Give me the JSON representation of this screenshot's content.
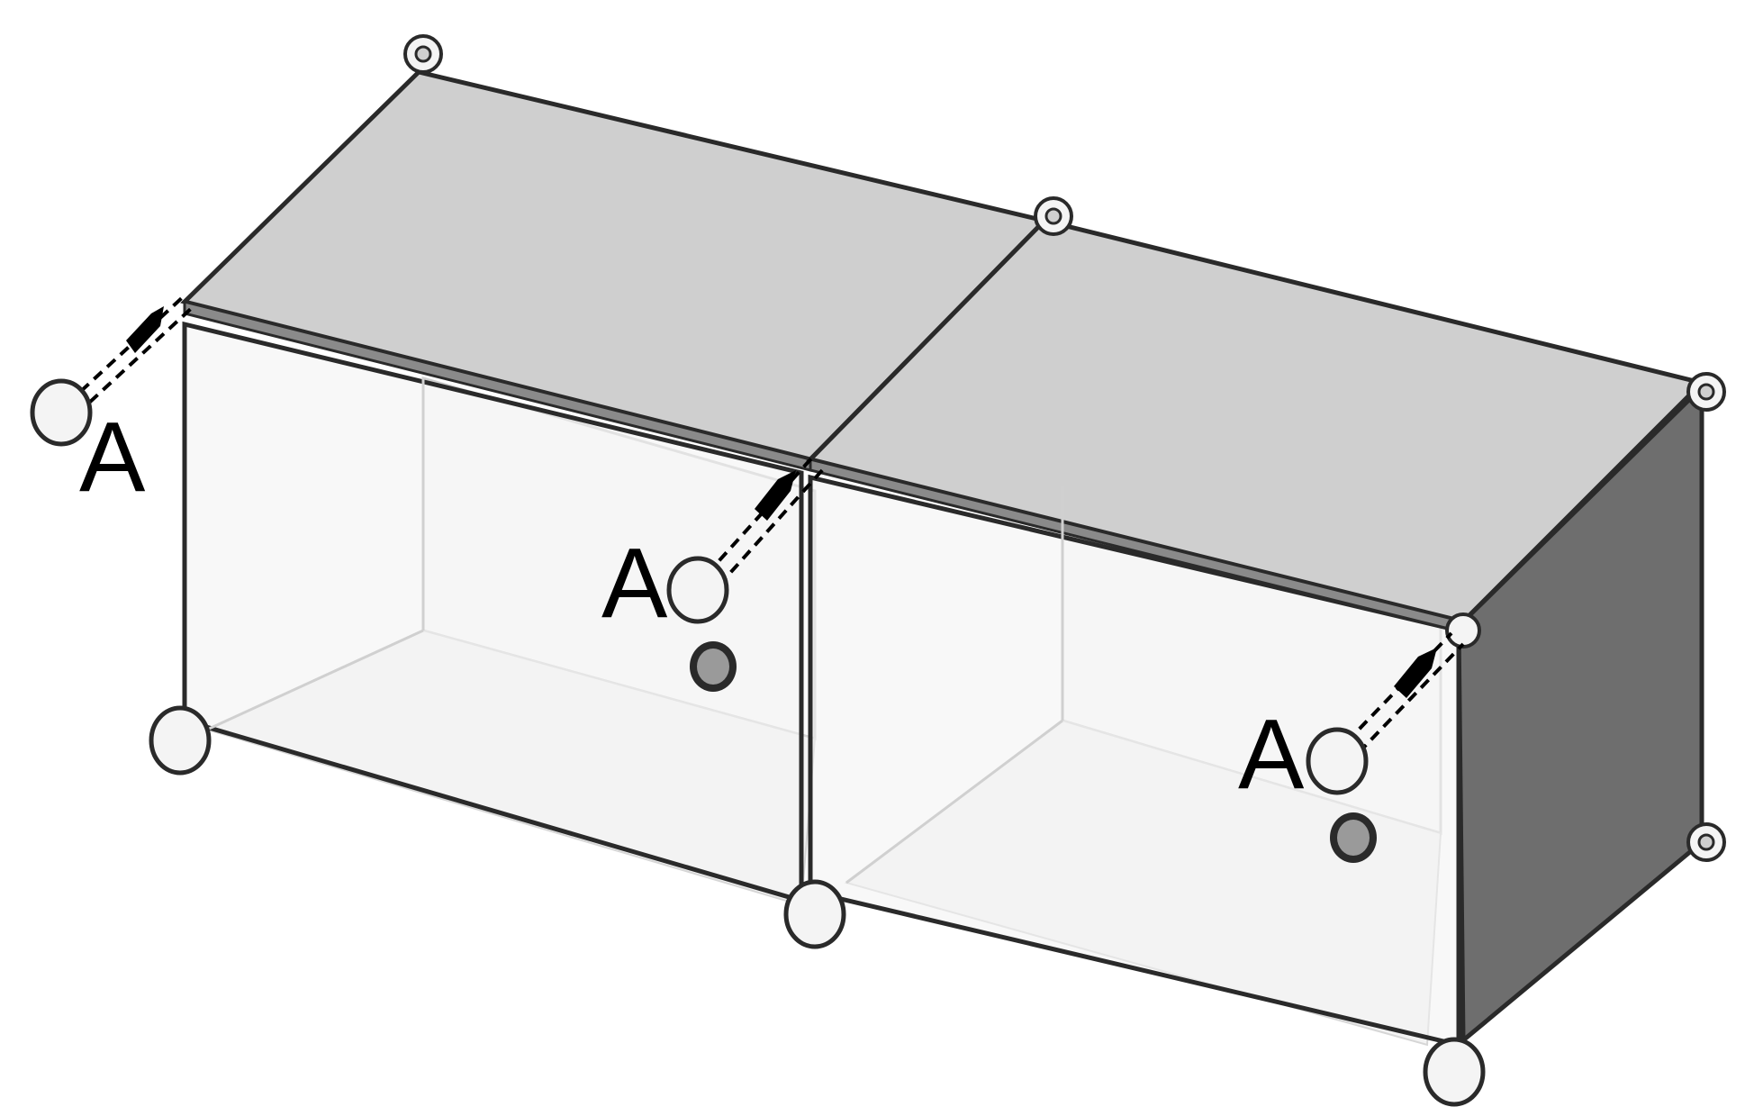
{
  "figure": {
    "callouts": [
      {
        "id": "left-edge",
        "label": "A"
      },
      {
        "id": "middle",
        "label": "A"
      },
      {
        "id": "right-cube",
        "label": "A"
      }
    ],
    "parts": {
      "connector_count": 8,
      "panel_count": 2,
      "door_knob_count": 2
    },
    "colors": {
      "outline": "#2a2a2a",
      "top_panel": "#cfcfcf",
      "side_panel": "#6e6e6e",
      "front_panel": "#f1f1f1",
      "back_panel": "#fbfbfb",
      "knob_fill": "#9a9a9a",
      "connector_fill": "#f4f4f4",
      "arrow": "#000000"
    }
  }
}
